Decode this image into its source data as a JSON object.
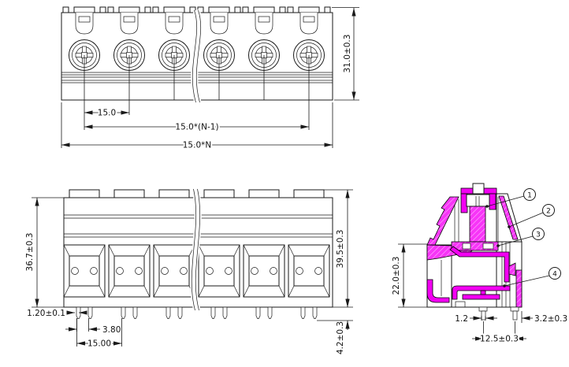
{
  "drawing": {
    "type": "technical-drawing",
    "component": "screw terminal block",
    "positions_shown": 6,
    "colors": {
      "line": "#1a1a1a",
      "section_fill": "#f200f2",
      "background": "#ffffff"
    },
    "top_view": {
      "dims": {
        "pitch": "15.0",
        "span": "15.0*(N-1)",
        "total": "15.0*N",
        "height": "31.0±0.3"
      }
    },
    "front_view": {
      "dims": {
        "body_height": "36.7±0.3",
        "overall_height": "39.5±0.3",
        "pin_width": "1.20±0.1",
        "pin_gap": "3.80",
        "pin_pitch": "15.00",
        "pin_length": "4.2±0.3"
      }
    },
    "side_view": {
      "dims": {
        "section_height": "22.0±0.3",
        "pin_width": "1.2",
        "pin_spacing": "12.5±0.3",
        "edge_offset": "3.2±0.3"
      },
      "callouts": [
        {
          "label": "1"
        },
        {
          "label": "2"
        },
        {
          "label": "3"
        },
        {
          "label": "4"
        }
      ]
    }
  }
}
